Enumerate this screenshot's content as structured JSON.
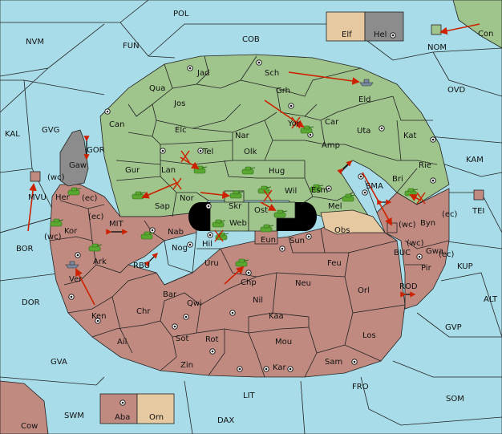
{
  "map": {
    "colors": {
      "sea": "#a8dce8",
      "green": "#9fc48c",
      "brown": "#c08a80",
      "tan": "#e6c9a0",
      "gray": "#8c8c8c",
      "arrow": "#cc2200",
      "army": "#5aa832",
      "impassable": "#000000"
    },
    "sea_labels": {
      "pol": "POL",
      "nvm": "NVM",
      "fun": "FUN",
      "cob": "COB",
      "nom": "NOM",
      "ovd": "OVD",
      "kal": "KAL",
      "gvg": "GVG",
      "gor": "GOR",
      "kam": "KAM",
      "mvu": "MVU",
      "sma": "SMA",
      "tei": "TEI",
      "bor": "BOR",
      "mit": "MIT",
      "buc": "BUC",
      "kup": "KUP",
      "rbu": "RBU",
      "rod": "ROD",
      "dor": "DOR",
      "alt": "ALT",
      "gvp": "GVP",
      "gva": "GVA",
      "fro": "FRO",
      "som": "SOM",
      "lit": "LIT",
      "swm": "SWM",
      "dax": "DAX"
    },
    "land_labels": {
      "elf": "Elf",
      "hel": "Hel",
      "con": "Con",
      "jad": "Jad",
      "sch": "Sch",
      "qua": "Qua",
      "jos": "Jos",
      "grh": "Grh",
      "eld": "Eld",
      "can": "Can",
      "elc": "Elc",
      "nar": "Nar",
      "yor": "Yor",
      "car": "Car",
      "uta": "Uta",
      "kat": "Kat",
      "gaw": "Gaw",
      "tel": "Tel",
      "olk": "Olk",
      "amp": "Amp",
      "rie": "Rie",
      "gur": "Gur",
      "lan": "Lan",
      "hug": "Hug",
      "bri": "Bri",
      "her": "Her",
      "nor": "Nor",
      "skr": "Skr",
      "wil": "Wil",
      "esm": "Esm",
      "sap": "Sap",
      "mel": "Mel",
      "web": "Web",
      "ost": "Ost",
      "byn": "Byn",
      "kor": "Kor",
      "nab": "Nab",
      "obs": "Obs",
      "eun": "Eun",
      "hil": "Hil",
      "sun": "Sun",
      "gwa": "Gwa",
      "ark": "Ark",
      "nog": "Nog",
      "pir": "Pir",
      "uru": "Uru",
      "feu": "Feu",
      "ver": "Ver",
      "chp": "Chp",
      "neu": "Neu",
      "orl": "Orl",
      "bar": "Bar",
      "qwi": "Qwi",
      "nil": "Nil",
      "ken": "Ken",
      "chr": "Chr",
      "kaa": "Kaa",
      "los": "Los",
      "ail": "Ail",
      "sot": "Sot",
      "rot": "Rot",
      "mou": "Mou",
      "zin": "Zin",
      "kar": "Kar",
      "sam": "Sam",
      "aba": "Aba",
      "orn": "Orn",
      "cow": "Cow"
    },
    "coast_tags": {
      "wc_mvu": "(wc)",
      "ec_her": "(ec)",
      "ec_kor": "(ec)",
      "wc_kor": "(wc)",
      "wc_byn": "(wc)",
      "ec_byn": "(ec)",
      "wc_gwa": "(wc)",
      "ec_gwa": "(ec)"
    }
  }
}
